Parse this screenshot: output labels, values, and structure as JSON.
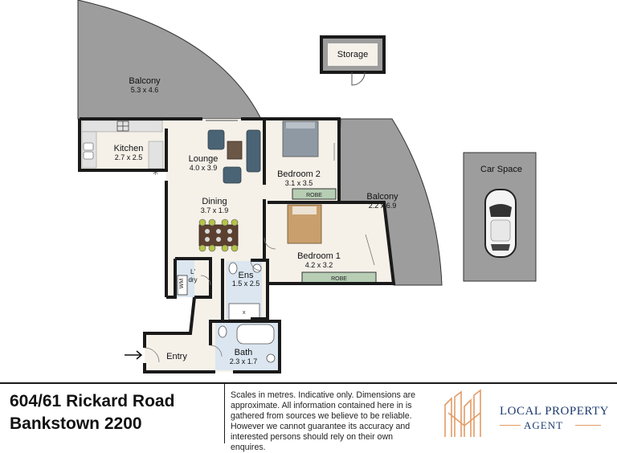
{
  "rooms": {
    "balcony_top": {
      "name": "Balcony",
      "dims": "5.3 x 4.6"
    },
    "storage": {
      "name": "Storage"
    },
    "kitchen": {
      "name": "Kitchen",
      "dims": "2.7 x 2.5"
    },
    "lounge": {
      "name": "Lounge",
      "dims": "4.0 x 3.9"
    },
    "bedroom2": {
      "name": "Bedroom 2",
      "dims": "3.1 x 3.5",
      "robe": "ROBE"
    },
    "balcony_right": {
      "name": "Balcony",
      "dims": "2.2 x 6.9"
    },
    "car_space": {
      "name": "Car Space"
    },
    "dining": {
      "name": "Dining",
      "dims": "3.7 x 1.9"
    },
    "bedroom1": {
      "name": "Bedroom 1",
      "dims": "4.2 x 3.2",
      "robe": "ROBE"
    },
    "laundry": {
      "name": "L'\ndry",
      "line1": "L'",
      "line2": "dry"
    },
    "ensuite": {
      "name": "Ens",
      "dims": "1.5 x 2.5"
    },
    "bath": {
      "name": "Bath",
      "dims": "2.3 x 1.7"
    },
    "entry": {
      "name": "Entry"
    }
  },
  "labels": {
    "wm": "WM",
    "x_mark": "x"
  },
  "footer": {
    "address_line1": "604/61 Rickard Road",
    "address_line2": "Bankstown 2200",
    "disclaimer": "Scales in metres. Indicative only. Dimensions are approximate. All information contained here in is gathered from sources we believe to be reliable. However we cannot guarantee its accuracy and interested persons should rely on their own enquires.",
    "brand_line1": "LOCAL PROPERTY",
    "brand_line2": "AGENT"
  },
  "colors": {
    "wall": "#1a1a1a",
    "floor": "#f5f1e9",
    "balcony": "#9d9d9d",
    "tile": "#dbe6f0",
    "robe": "#b7ceb5",
    "brand_blue": "#1e3c6e",
    "brand_orange": "#e39b66"
  }
}
